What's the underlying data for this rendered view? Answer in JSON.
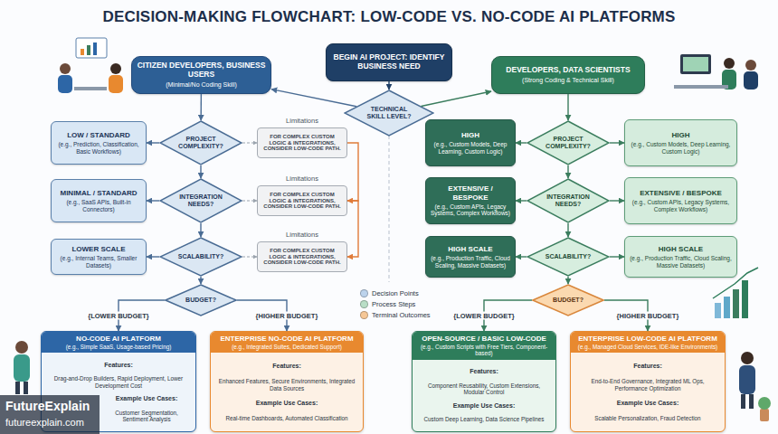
{
  "diagram": {
    "title": "DECISION-MAKING FLOWCHART: LOW-CODE VS. NO-CODE AI PLATFORMS",
    "nodes": [
      {
        "text": [
          "BEGIN AI PROJECT: IDENTIFY BUSINESS NEED"
        ]
      },
      {
        "text": [
          "TECHNICAL SKILL LEVEL?"
        ]
      },
      {
        "text": [
          "CITIZEN DEVELOPERS, BUSINESS USERS",
          "(Minimal/No Coding Skill)"
        ]
      },
      {
        "text": [
          "DEVELOPERS, DATA SCIENTISTS",
          "(Strong Coding & Technical Skill)"
        ]
      },
      {
        "text": [
          "PROJECT COMPLEXITY?"
        ]
      },
      {
        "text": [
          "LOW / STANDARD",
          "(e.g., Prediction, Classification, Basic Workflows)"
        ]
      },
      {
        "text": [
          "Limitations",
          "FOR COMPLEX CUSTOM LOGIC & INTEGRATIONS, CONSIDER LOW-CODE PATH."
        ]
      },
      {
        "text": [
          "INTEGRATION NEEDS?"
        ]
      },
      {
        "text": [
          "MINIMAL / STANDARD",
          "(e.g., SaaS APIs, Built-in Connectors)"
        ]
      },
      {
        "text": [
          "Limitations",
          "FOR COMPLEX CUSTOM LOGIC & INTEGRATIONS, CONSIDER LOW-CODE PATH."
        ]
      },
      {
        "text": [
          "SCALABILITY?"
        ]
      },
      {
        "text": [
          "LOWER SCALE",
          "(e.g., Internal Teams, Smaller Datasets)"
        ]
      },
      {
        "text": [
          "Limitations",
          "FOR COMPLEX CUSTOM LOGIC & INTEGRATIONS, CONSIDER LOW-CODE PATH."
        ]
      },
      {
        "text": [
          "BUDGET?"
        ]
      },
      {
        "text": [
          "NO-CODE AI PLATFORM",
          "(e.g., Simple SaaS, Usage-based Pricing)",
          "Features:",
          "Drag-and-Drop Builders, Rapid Deployment, Lower Development Cost",
          "Example Use Cases:",
          "Customer Segmentation, Sentiment Analysis"
        ]
      },
      {
        "text": [
          "ENTERPRISE NO-CODE AI PLATFORM",
          "(e.g., Integrated Suites, Dedicated Support)",
          "Features:",
          "Enhanced Features, Secure Environments, Integrated Data Sources",
          "Example Use Cases:",
          "Real-time Dashboards, Automated Classification"
        ]
      },
      {
        "text": [
          "PROJECT COMPLEXITY?"
        ]
      },
      {
        "text": [
          "HIGH",
          "(e.g., Custom Models, Deep Learning, Custom Logic)"
        ]
      },
      {
        "text": [
          "HIGH",
          "(e.g., Custom Models, Deep Learning, Custom Logic)"
        ]
      },
      {
        "text": [
          "INTEGRATION NEEDS?"
        ]
      },
      {
        "text": [
          "EXTENSIVE / BESPOKE",
          "(e.g., Custom APIs, Legacy Systems, Complex Workflows)"
        ]
      },
      {
        "text": [
          "EXTENSIVE / BESPOKE",
          "(e.g., Custom APIs, Legacy Systems, Complex Workflows)"
        ]
      },
      {
        "text": [
          "SCALABILITY?"
        ]
      },
      {
        "text": [
          "HIGH SCALE",
          "(e.g., Production Traffic, Cloud Scaling, Massive Datasets)"
        ]
      },
      {
        "text": [
          "HIGH SCALE",
          "(e.g., Production Traffic, Cloud Scaling, Massive Datasets)"
        ]
      },
      {
        "text": [
          "BUDGET?"
        ]
      },
      {
        "text": [
          "OPEN-SOURCE / BASIC LOW-CODE",
          "(e.g., Custom Scripts with Free Tiers, Component-based)",
          "Features:",
          "Component Reusability, Custom Extensions, Modular Control",
          "Example Use Cases:",
          "Custom Deep Learning, Data Science Pipelines"
        ]
      },
      {
        "text": [
          "ENTERPRISE LOW-CODE AI PLATFORM",
          "(e.g., Managed Cloud Services, IDE-like Environments)",
          "Features:",
          "End-to-End Governance, Integrated ML Ops, Performance Optimization",
          "Example Use Cases:",
          "Scalable Personalization, Fraud Detection"
        ]
      }
    ],
    "edges": [
      {
        "from": 0,
        "to": 1,
        "arrow": "to"
      },
      {
        "from": 1,
        "to": 2,
        "arrow": "to"
      },
      {
        "from": 1,
        "to": 3,
        "arrow": "to"
      },
      {
        "from": 2,
        "to": 4,
        "arrow": "to"
      },
      {
        "from": 4,
        "to": 5,
        "arrow": "to"
      },
      {
        "from": 4,
        "to": 6,
        "arrow": "to"
      },
      {
        "from": 4,
        "to": 7,
        "arrow": "to"
      },
      {
        "from": 7,
        "to": 8,
        "arrow": "to"
      },
      {
        "from": 7,
        "to": 9,
        "arrow": "to"
      },
      {
        "from": 7,
        "to": 10,
        "arrow": "to"
      },
      {
        "from": 10,
        "to": 11,
        "arrow": "to"
      },
      {
        "from": 10,
        "to": 12,
        "arrow": "to"
      },
      {
        "from": 10,
        "to": 13,
        "arrow": "to"
      },
      {
        "from": 13,
        "to": 14,
        "label": "{LOWER BUDGET}",
        "arrow": "to"
      },
      {
        "from": 13,
        "to": 15,
        "label": "{HIGHER BUDGET}",
        "arrow": "to"
      },
      {
        "from": 6,
        "to": 9,
        "arrow": "to"
      },
      {
        "from": 9,
        "to": 12,
        "arrow": "to"
      },
      {
        "from": 3,
        "to": 16,
        "arrow": "to"
      },
      {
        "from": 16,
        "to": 17,
        "arrow": "to"
      },
      {
        "from": 16,
        "to": 18,
        "arrow": "to"
      },
      {
        "from": 16,
        "to": 19,
        "arrow": "to"
      },
      {
        "from": 19,
        "to": 20,
        "arrow": "to"
      },
      {
        "from": 19,
        "to": 21,
        "arrow": "to"
      },
      {
        "from": 19,
        "to": 22,
        "arrow": "to"
      },
      {
        "from": 22,
        "to": 23,
        "arrow": "to"
      },
      {
        "from": 22,
        "to": 24,
        "arrow": "to"
      },
      {
        "from": 22,
        "to": 25,
        "arrow": "to"
      },
      {
        "from": 25,
        "to": 26,
        "label": "{LOWER BUDGET}",
        "arrow": "to"
      },
      {
        "from": 25,
        "to": 27,
        "label": "{HIGHER BUDGET}",
        "arrow": "to"
      }
    ],
    "labels": [
      "FutureExplain",
      "futureexplain.com"
    ],
    "legend": [
      {
        "text": "Decision Points",
        "color": "#bcd3ec"
      },
      {
        "text": "Process Steps",
        "color": "#b9dec6"
      },
      {
        "text": "Terminal Outcomes",
        "color": "#f6c796"
      }
    ]
  }
}
